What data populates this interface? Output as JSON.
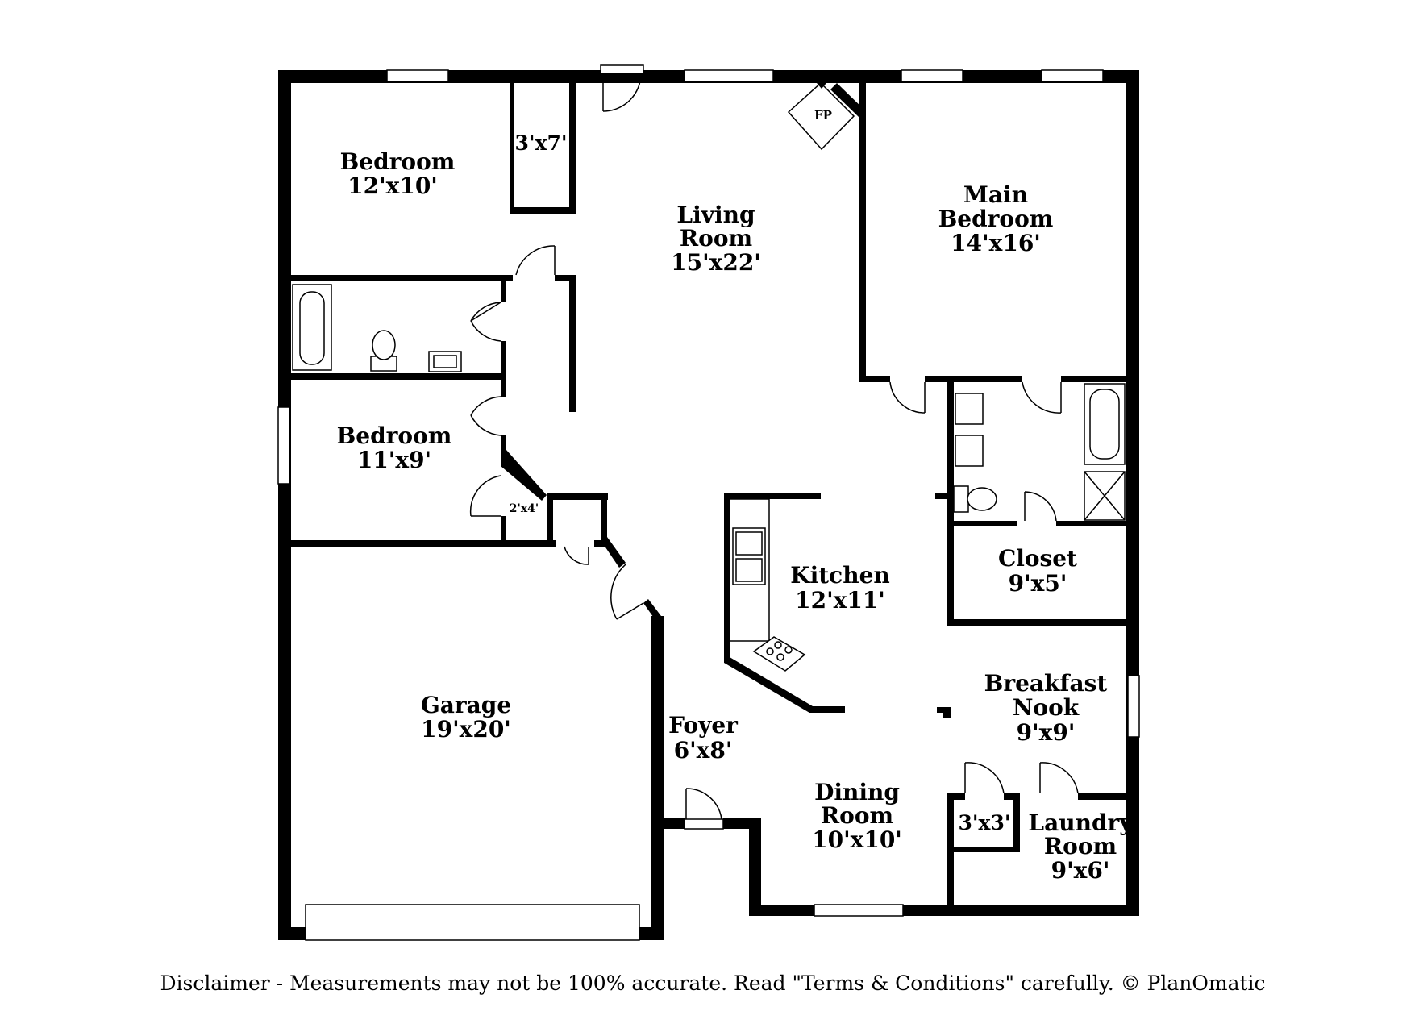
{
  "rooms": {
    "bedroom_2": {
      "name": "Bedroom",
      "size": "12'x10'"
    },
    "closet_small": {
      "size": "3'x7'"
    },
    "living_room": {
      "name_line1": "Living",
      "name_line2": "Room",
      "size": "15'x22'"
    },
    "fireplace": {
      "label": "FP"
    },
    "main_bedroom": {
      "name_line1": "Main",
      "name_line2": "Bedroom",
      "size": "14'x16'"
    },
    "bedroom_3": {
      "name": "Bedroom",
      "size": "11'x9'"
    },
    "linen_closet": {
      "size": "2'x4'"
    },
    "closet": {
      "name": "Closet",
      "size": "9'x5'"
    },
    "kitchen": {
      "name": "Kitchen",
      "size": "12'x11'"
    },
    "garage": {
      "name": "Garage",
      "size": "19'x20'"
    },
    "foyer": {
      "name": "Foyer",
      "size": "6'x8'"
    },
    "breakfast_nook": {
      "name_line1": "Breakfast",
      "name_line2": "Nook",
      "size": "9'x9'"
    },
    "dining_room": {
      "name_line1": "Dining",
      "name_line2": "Room",
      "size": "10'x10'"
    },
    "pantry": {
      "size": "3'x3'"
    },
    "laundry_room": {
      "name_line1": "Laundry",
      "name_line2": "Room",
      "size": "9'x6'"
    }
  },
  "disclaimer": "Disclaimer - Measurements may not be 100% accurate. Read \"Terms & Conditions\" carefully. © PlanOmatic"
}
